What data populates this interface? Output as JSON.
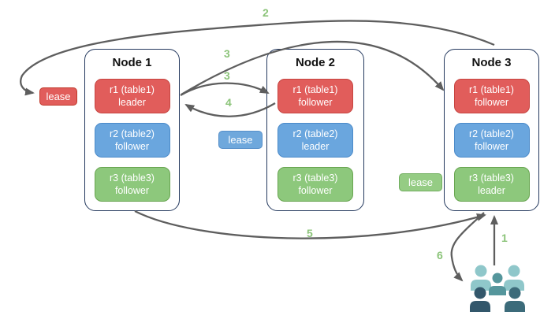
{
  "nodes": [
    {
      "title": "Node 1",
      "replicas": [
        {
          "label": "r1 (table1)",
          "role": "leader",
          "color": "#e15d5b"
        },
        {
          "label": "r2 (table2)",
          "role": "follower",
          "color": "#6aa6de"
        },
        {
          "label": "r3 (table3)",
          "role": "follower",
          "color": "#8dc87c"
        }
      ]
    },
    {
      "title": "Node 2",
      "replicas": [
        {
          "label": "r1 (table1)",
          "role": "follower",
          "color": "#e15d5b"
        },
        {
          "label": "r2 (table2)",
          "role": "leader",
          "color": "#6aa6de"
        },
        {
          "label": "r3 (table3)",
          "role": "follower",
          "color": "#8dc87c"
        }
      ]
    },
    {
      "title": "Node 3",
      "replicas": [
        {
          "label": "r1 (table1)",
          "role": "follower",
          "color": "#e15d5b"
        },
        {
          "label": "r2 (table2)",
          "role": "follower",
          "color": "#6aa6de"
        },
        {
          "label": "r3 (table3)",
          "role": "leader",
          "color": "#8dc87c"
        }
      ]
    }
  ],
  "leases": [
    {
      "label": "lease",
      "color": "#e15d5b",
      "near": "Node 1"
    },
    {
      "label": "lease",
      "color": "#6fa8dc",
      "near": "Node 2"
    },
    {
      "label": "lease",
      "color": "#95cc84",
      "near": "Node 3"
    }
  ],
  "steps": {
    "s1": "1",
    "s2": "2",
    "s3a": "3",
    "s3b": "3",
    "s4": "4",
    "s5": "5",
    "s6": "6"
  },
  "icons": [
    "users-icon"
  ],
  "colors": {
    "arrow": "#5e5e5e",
    "step_label": "#8cc47a",
    "node_border": "#24395e",
    "leader_red": "#e15d5b",
    "follower_blue": "#6aa6de",
    "replica_green": "#8dc87c",
    "users_light_teal": "#8fc7ca",
    "users_mid_teal": "#55969c",
    "users_dark_slate": "#33576b"
  }
}
